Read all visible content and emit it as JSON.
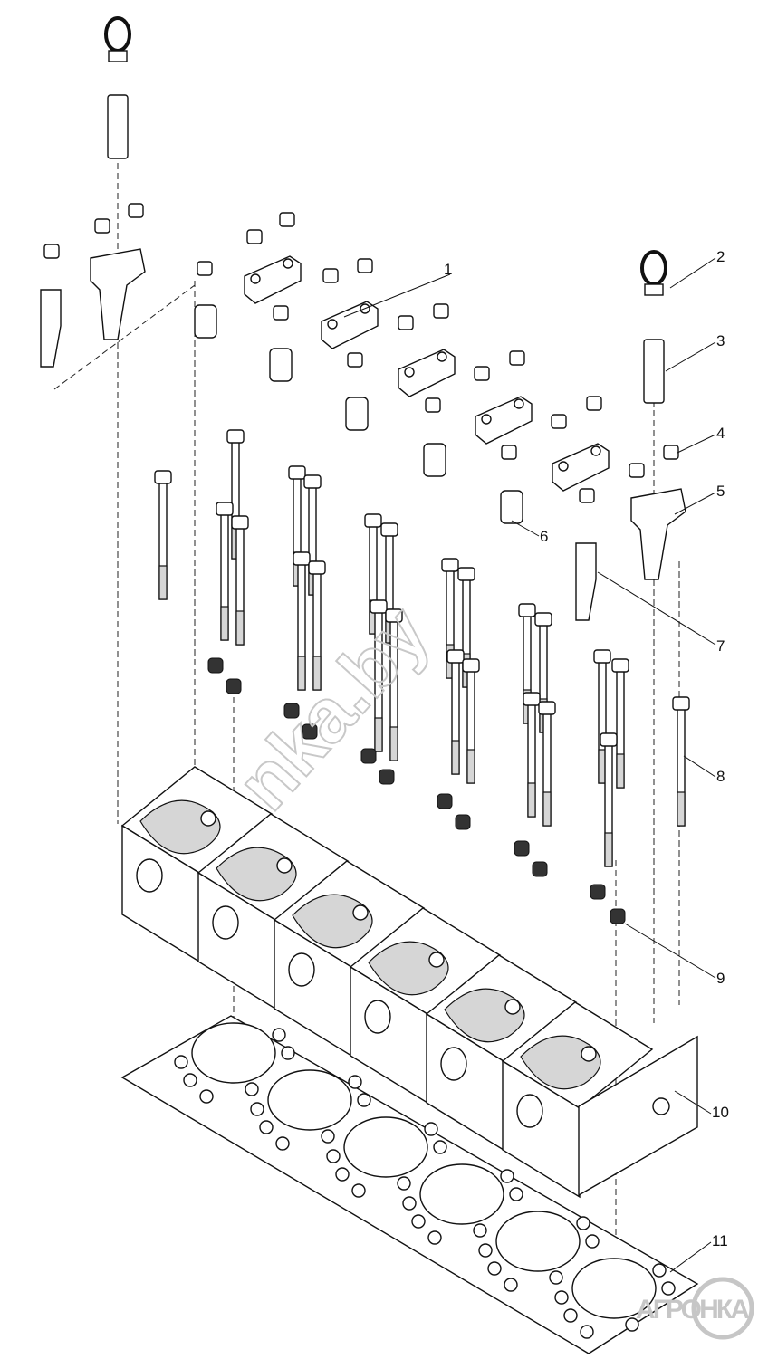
{
  "diagram": {
    "callouts": [
      "1",
      "2",
      "3",
      "4",
      "5",
      "6",
      "7",
      "8",
      "9",
      "10",
      "11"
    ],
    "watermark_text": "nka.by",
    "logo_text": "АГРОНКА"
  }
}
